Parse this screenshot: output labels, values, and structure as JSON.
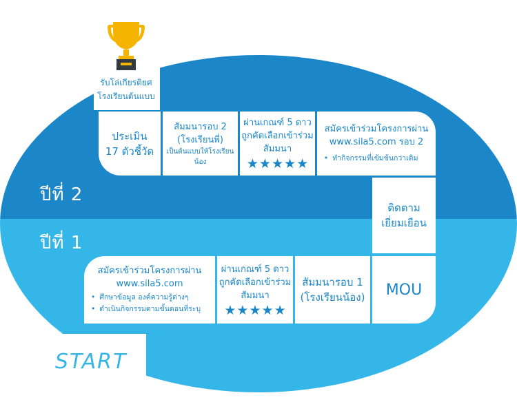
{
  "years": {
    "year2": "ปีที่ 2",
    "year1": "ปีที่ 1"
  },
  "start_label": "START",
  "award": {
    "line1": "รับโล่เกียรติยศ",
    "line2": "โรงเรียนต้นแบบ",
    "icon": "trophy-icon"
  },
  "year2_cells": {
    "evaluate": {
      "line1": "ประเมิน",
      "line2": "17 ตัวชี้วัด"
    },
    "seminar2": {
      "line1": "สัมมนารอบ 2",
      "line2": "(โรงเรียนพี่)",
      "line3": "เป็นต้นแบบให้โรงเรียนน้อง"
    },
    "pass5": {
      "line1": "ผ่านเกณฑ์ 5 ดาว",
      "line2": "ถูกคัดเลือกเข้าร่วม",
      "line3": "สัมมนา",
      "stars": 5
    },
    "register2": {
      "line1": "สมัครเข้าร่วมโครงการผ่าน",
      "line2": "www.sila5.com รอบ 2",
      "bullets": [
        "ทำกิจกรรมที่เข้มข้นกว่าเดิม"
      ]
    }
  },
  "follow_cell": {
    "line1": "ติดตาม",
    "line2": "เยี่ยมเยือน"
  },
  "year1_cells": {
    "register1": {
      "line1": "สมัครเข้าร่วมโครงการผ่าน",
      "line2": "www.sila5.com",
      "bullets": [
        "ศึกษาข้อมูล องค์ความรู้ต่างๆ",
        "ดำเนินกิจกรรมตามขั้นตอนที่ระบุ"
      ]
    },
    "pass5": {
      "line1": "ผ่านเกณฑ์ 5 ดาว",
      "line2": "ถูกคัดเลือกเข้าร่วม",
      "line3": "สัมมนา",
      "stars": 5
    },
    "seminar1": {
      "line1": "สัมมนารอบ 1",
      "line2": "(โรงเรียนน้อง)"
    },
    "mou": {
      "label": "MOU"
    }
  },
  "colors": {
    "dark_blue": "#1b87c8",
    "light_blue": "#35b6e8",
    "white": "#ffffff",
    "trophy_gold": "#f5b400"
  }
}
